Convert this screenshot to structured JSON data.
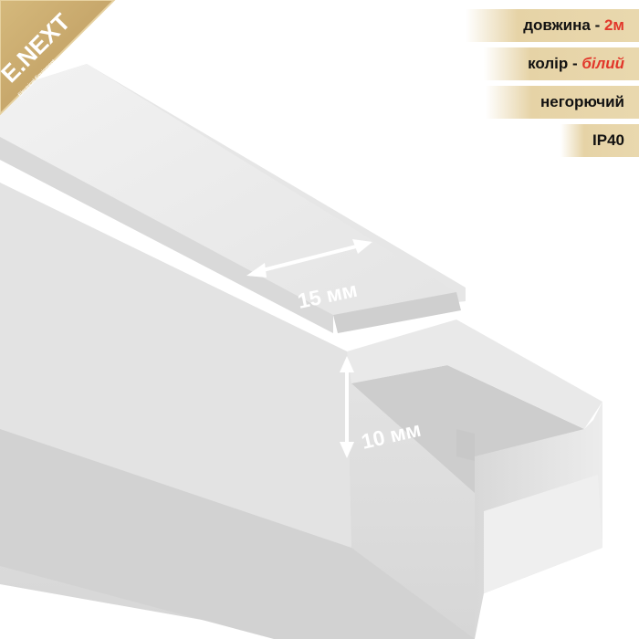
{
  "brand": {
    "logo_text": "E.NEXT",
    "logo_sub": "Electrical Equipment"
  },
  "specs": {
    "length_label": "довжина - ",
    "length_value": "2м",
    "color_label": "колір - ",
    "color_value": "білий",
    "flammability": "негорючий",
    "ip_rating": "IP40"
  },
  "dimensions": {
    "width_label": "15 мм",
    "height_label": "10 мм"
  },
  "colors": {
    "accent": "#e2362a",
    "badge_bg": "#e8d6ab",
    "logo_bg": "#c8a86a",
    "product": "#e8e8e8"
  }
}
